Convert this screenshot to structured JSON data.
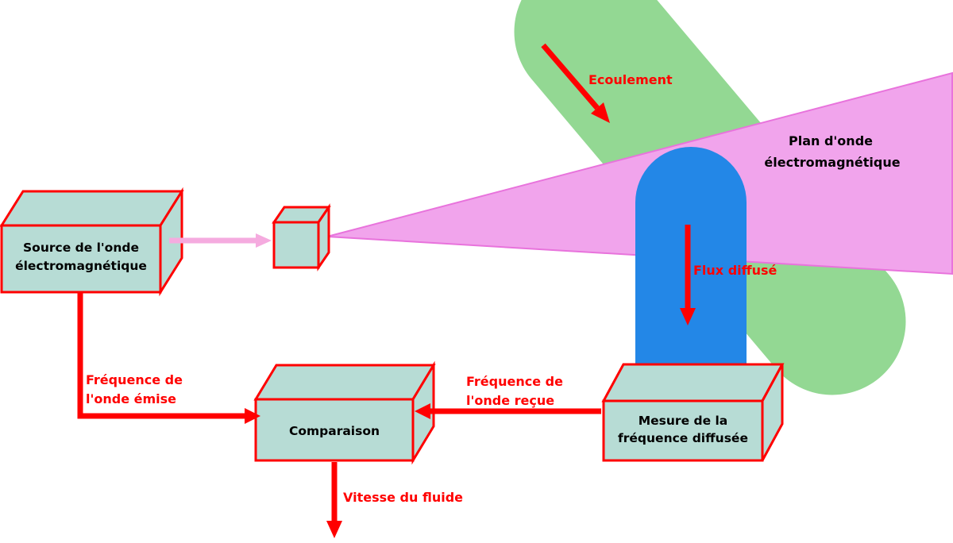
{
  "diagram": {
    "flow": {
      "label": "Ecoulement"
    },
    "wave_plane": {
      "label_line1": "Plan d'onde",
      "label_line2": "électromagnétique"
    },
    "scattered_flux": {
      "label": "Flux diffusé"
    },
    "source_box": {
      "line1": "Source de l'onde",
      "line2": "électromagnétique"
    },
    "emitted_freq": {
      "line1": "Fréquence de",
      "line2": "l'onde émise"
    },
    "comparison_box": {
      "label": "Comparaison"
    },
    "received_freq": {
      "line1": "Fréquence de",
      "line2": "l'onde reçue"
    },
    "measure_box": {
      "line1": "Mesure de la",
      "line2": "fréquence diffusée"
    },
    "fluid_velocity": {
      "label": "Vitesse du fluide"
    }
  },
  "colors": {
    "background": "#ffffff",
    "box_fill": "#b7dcd5",
    "box_border": "#ff0000",
    "flow_green": "#93d893",
    "wave_pink_fill": "#f1a4ec",
    "wave_pink_border": "#e873dc",
    "flux_blue": "#2387e7",
    "arrow_red": "#ff0000",
    "emit_arrow_pink": "#f5abdf",
    "label_red": "#ff0000",
    "label_black": "#000000"
  }
}
